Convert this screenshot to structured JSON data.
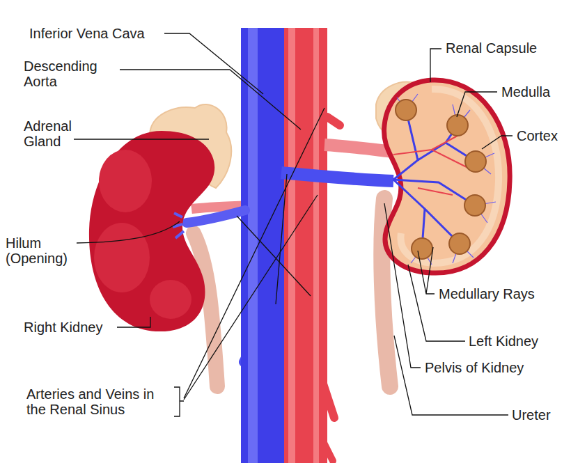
{
  "diagram": {
    "labels": [
      "Inferior Vena Cava",
      "Descending Aorta",
      "Adrenal Gland",
      "Hilum (Opening)",
      "Right Kidney",
      "Arteries and Veins in the Renal Sinus",
      "Renal Capsule",
      "Medulla",
      "Cortex",
      "Medullary Rays",
      "Left Kidney",
      "Pelvis of Kidney",
      "Ureter"
    ]
  }
}
